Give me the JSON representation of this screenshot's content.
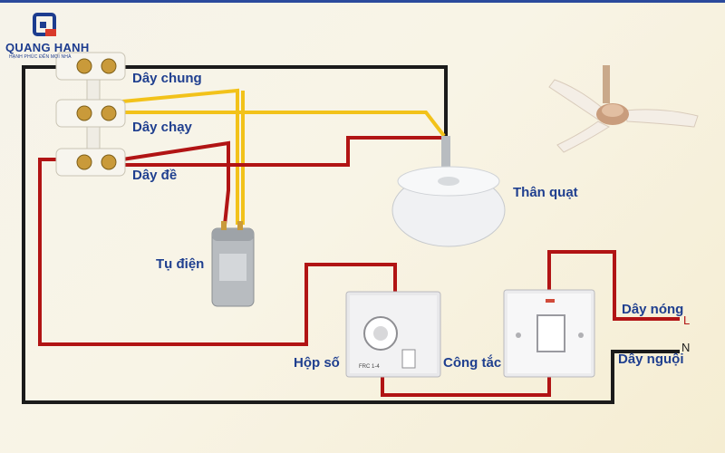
{
  "brand": {
    "name": "QUANG HANH",
    "slogan": "HẠNH PHÚC ĐẾN MỌI NHÀ"
  },
  "labels": {
    "common_wire": "Dây chung",
    "run_wire": "Dây chạy",
    "start_wire": "Dây đề",
    "capacitor": "Tụ điện",
    "fan_body": "Thân quạt",
    "regulator": "Hộp số",
    "switch": "Công tắc",
    "live_wire": "Dây nóng",
    "neutral_wire": "Dây nguội",
    "live_symbol": "L",
    "neutral_symbol": "N",
    "regulator_mark": "FRC 1-4"
  },
  "colors": {
    "wire_black": "#1b1b1b",
    "wire_yellow": "#f2c21a",
    "wire_red": "#b11414",
    "label_blue": "#1f3f8f",
    "brand_blue": "#1d3c8f"
  }
}
